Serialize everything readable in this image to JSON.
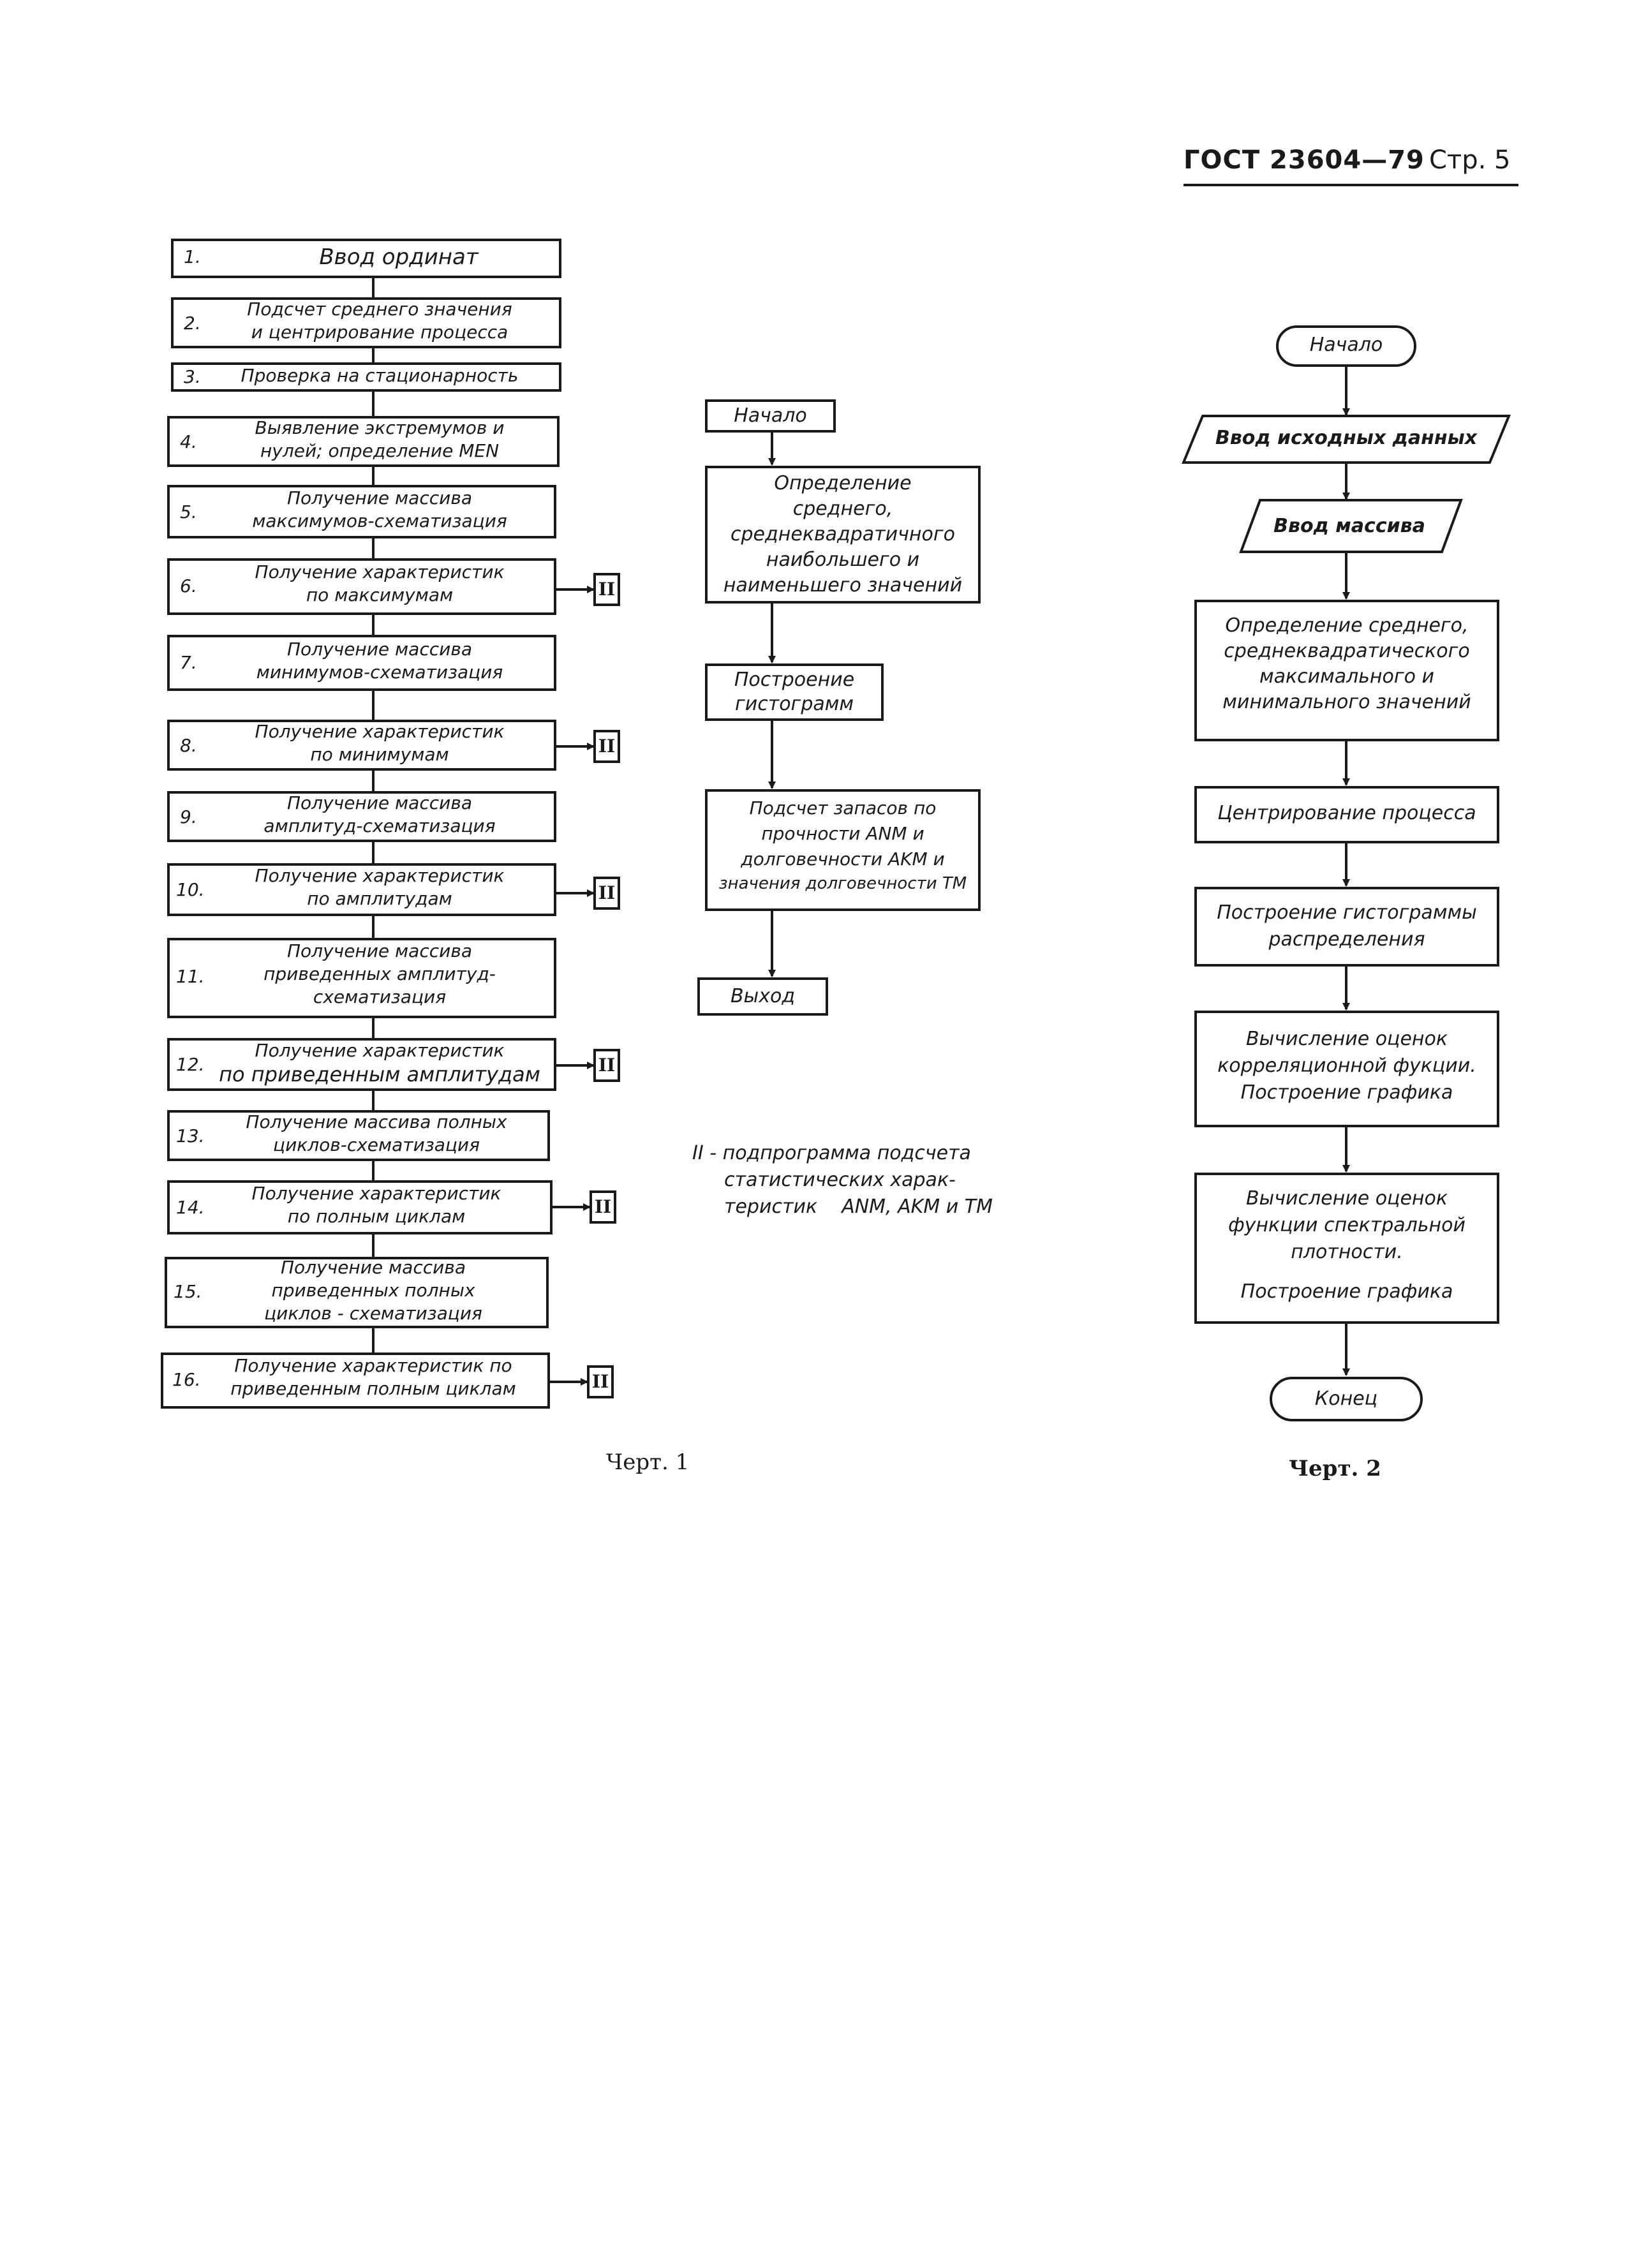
{
  "header": {
    "standard": "ГОСТ 23604—79",
    "page": "Стр. 5"
  },
  "chart1": {
    "caption": "Черт. 1",
    "subroutine_mark": "II",
    "steps": [
      {
        "num": "1.",
        "lines": [
          "Ввод ординат"
        ]
      },
      {
        "num": "2.",
        "lines": [
          "Подсчет среднего значения",
          "и центрирование процесса"
        ]
      },
      {
        "num": "3.",
        "lines": [
          "Проверка на стационарность"
        ]
      },
      {
        "num": "4.",
        "lines": [
          "Выявление экстремумов и",
          "нулей; определение MEN"
        ]
      },
      {
        "num": "5.",
        "lines": [
          "Получение массива",
          "максимумов-схематизация"
        ]
      },
      {
        "num": "6.",
        "lines": [
          "Получение характеристик",
          "по максимумам"
        ]
      },
      {
        "num": "7.",
        "lines": [
          "Получение массива",
          "минимумов-схематизация"
        ]
      },
      {
        "num": "8.",
        "lines": [
          "Получение характеристик",
          "по минимумам"
        ]
      },
      {
        "num": "9.",
        "lines": [
          "Получение массива",
          "амплитуд-схематизация"
        ]
      },
      {
        "num": "10.",
        "lines": [
          "Получение характеристик",
          "по амплитудам"
        ]
      },
      {
        "num": "11.",
        "lines": [
          "Получение массива",
          "приведенных амплитуд-",
          "схематизация"
        ]
      },
      {
        "num": "12.",
        "lines": [
          "Получение характеристик",
          "по приведенным амплитудам"
        ]
      },
      {
        "num": "13.",
        "lines": [
          "Получение массива полных",
          "циклов-схематизация"
        ]
      },
      {
        "num": "14.",
        "lines": [
          "Получение характеристик",
          "по полным циклам"
        ]
      },
      {
        "num": "15.",
        "lines": [
          "Получение массива",
          "приведенных полных",
          "циклов - схематизация"
        ]
      },
      {
        "num": "16.",
        "lines": [
          "Получение характеристик по",
          "приведенным полным циклам"
        ]
      }
    ]
  },
  "subroutine": {
    "start": "Начало",
    "step1": [
      "Определение",
      "среднего,",
      "среднеквадратичного",
      "наибольшего и",
      "наименьшего значений"
    ],
    "step2": [
      "Построение",
      "гистограмм"
    ],
    "step3": [
      "Подсчет запасов по",
      "прочности ANM и",
      "долговечности AKM и",
      "значения долговечности TM"
    ],
    "end": "Выход",
    "note": [
      "II - подпрограмма подсчета",
      "статистических харак-",
      "теристик    ANM, AKM и TM"
    ]
  },
  "chart2": {
    "caption": "Черт. 2",
    "start": "Начало",
    "input1": "Ввод исходных данных",
    "input2": "Ввод массива",
    "step1": [
      "Определение среднего,",
      "среднеквадратического",
      "максимального и",
      "минимального значений"
    ],
    "step2": "Центрирование процесса",
    "step3": [
      "Построение гистограммы",
      "распределения"
    ],
    "step4": [
      "Вычисление оценок",
      "корреляционной фукции.",
      "Построение графика"
    ],
    "step5": [
      "Вычисление оценок",
      "функции спектральной",
      "плотности.",
      "Построение графика"
    ],
    "end": "Конец"
  }
}
